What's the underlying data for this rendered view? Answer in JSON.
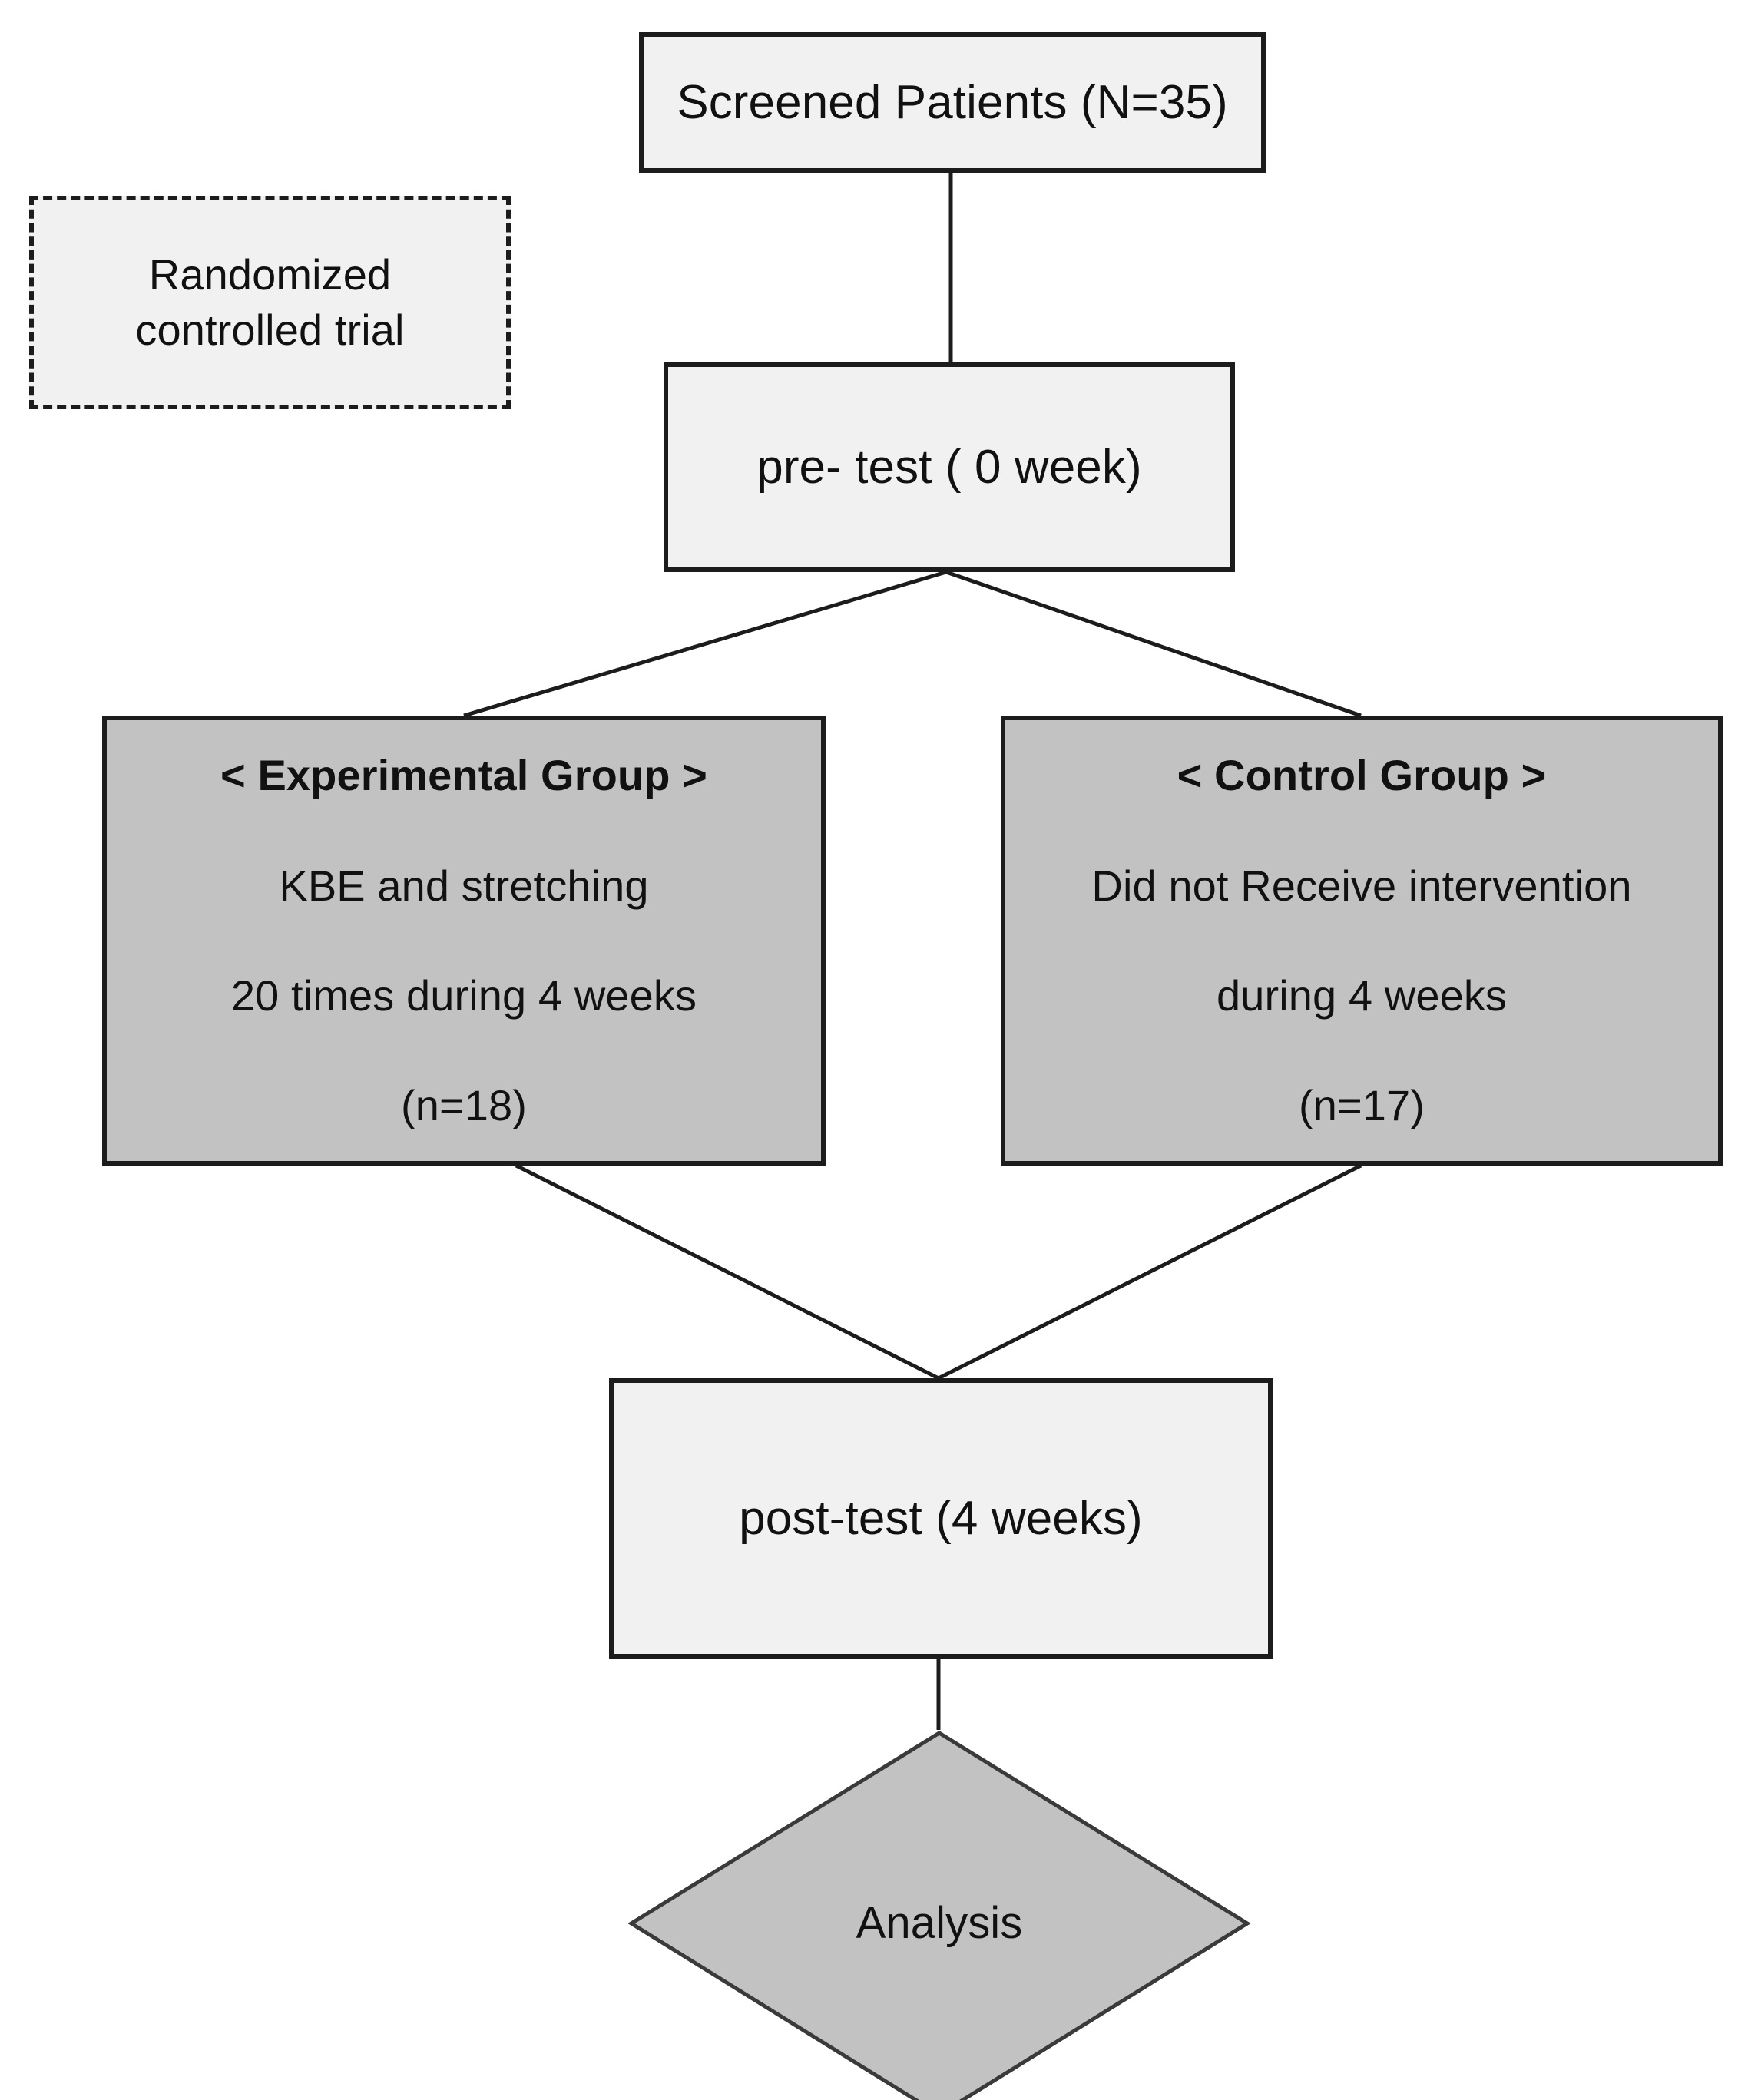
{
  "diagram": {
    "type": "study-flow-chart",
    "title": "Randomized controlled trial study flow",
    "colors": {
      "page_background": "#ffffff",
      "plain_box_fill": "#f1f1f1",
      "group_box_fill": "#c2c2c2",
      "diamond_fill": "#c2c2c2",
      "border": "#1c1c1c",
      "connector": "#1c1c1c",
      "text": "#111111"
    }
  },
  "nodes": {
    "screened": {
      "label": "Screened Patients (N=35)",
      "shape": "rectangle",
      "fill": "#f1f1f1",
      "count": 35
    },
    "annotation": {
      "line1": "Randomized",
      "line2": "controlled trial",
      "shape": "dashed-rectangle",
      "fill": "#f1f1f1"
    },
    "pretest": {
      "label": "pre- test ( 0 week)",
      "shape": "rectangle",
      "fill": "#f1f1f1",
      "timepoint_weeks": 0
    },
    "experimental": {
      "heading": "< Experimental Group >",
      "line2": "KBE and stretching",
      "line3": "20 times during 4 weeks",
      "line4": "(n=18)",
      "shape": "rectangle",
      "fill": "#c2c2c2",
      "n": 18
    },
    "control": {
      "heading": "< Control Group >",
      "line2": "Did not Receive intervention",
      "line3": "during 4 weeks",
      "line4": "(n=17)",
      "shape": "rectangle",
      "fill": "#c2c2c2",
      "n": 17
    },
    "posttest": {
      "label": "post-test (4 weeks)",
      "shape": "rectangle",
      "fill": "#f1f1f1",
      "timepoint_weeks": 4
    },
    "analysis": {
      "label": "Analysis",
      "shape": "diamond",
      "fill": "#c2c2c2"
    }
  },
  "edges": [
    {
      "from": "screened",
      "to": "pretest",
      "style": "straight-vertical"
    },
    {
      "from": "pretest",
      "to": "experimental",
      "style": "diagonal-split-left"
    },
    {
      "from": "pretest",
      "to": "control",
      "style": "diagonal-split-right"
    },
    {
      "from": "experimental",
      "to": "posttest",
      "style": "diagonal-merge-left"
    },
    {
      "from": "control",
      "to": "posttest",
      "style": "diagonal-merge-right"
    },
    {
      "from": "posttest",
      "to": "analysis",
      "style": "straight-vertical"
    }
  ]
}
